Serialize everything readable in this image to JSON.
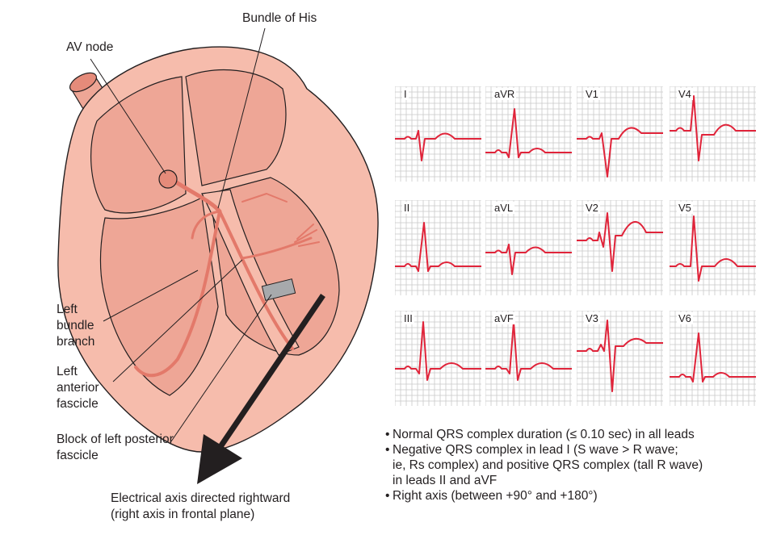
{
  "labels": {
    "bundle_of_his": "Bundle of His",
    "av_node": "AV node",
    "left_bundle_branch": "Left bundle branch",
    "left_anterior_fascicle": "Left anterior fascicle",
    "block_left_posterior": "Block of left posterior fascicle",
    "axis_line1": "Electrical axis directed rightward",
    "axis_line2": "(right axis in frontal plane)"
  },
  "leads": [
    {
      "name": "I",
      "shape": "rS"
    },
    {
      "name": "aVR",
      "shape": "qR"
    },
    {
      "name": "V1",
      "shape": "rS_deep"
    },
    {
      "name": "V4",
      "shape": "RS"
    },
    {
      "name": "II",
      "shape": "qR"
    },
    {
      "name": "aVL",
      "shape": "rS"
    },
    {
      "name": "V2",
      "shape": "RS_tall_T"
    },
    {
      "name": "V5",
      "shape": "Rs"
    },
    {
      "name": "III",
      "shape": "qR_tall"
    },
    {
      "name": "aVF",
      "shape": "qR_tall"
    },
    {
      "name": "V3",
      "shape": "RS_deep"
    },
    {
      "name": "V6",
      "shape": "qR"
    }
  ],
  "bullets": [
    {
      "lines": [
        "Normal QRS complex duration (≤ 0.10 sec) in all leads"
      ]
    },
    {
      "lines": [
        "Negative QRS complex in lead I (S wave > R wave;",
        "ie, Rs complex) and positive QRS complex (tall R wave)",
        "in leads II and aVF"
      ]
    },
    {
      "lines": [
        "Right axis (between +90° and +180°)"
      ]
    }
  ],
  "colors": {
    "trace": "#e0243a",
    "grid": "#c8c8c8",
    "heart_outer": "#f6bcac",
    "heart_inner": "#eea696",
    "conduction": "#e3796a",
    "block": "#a7a9ac",
    "arrow": "#231f20"
  }
}
